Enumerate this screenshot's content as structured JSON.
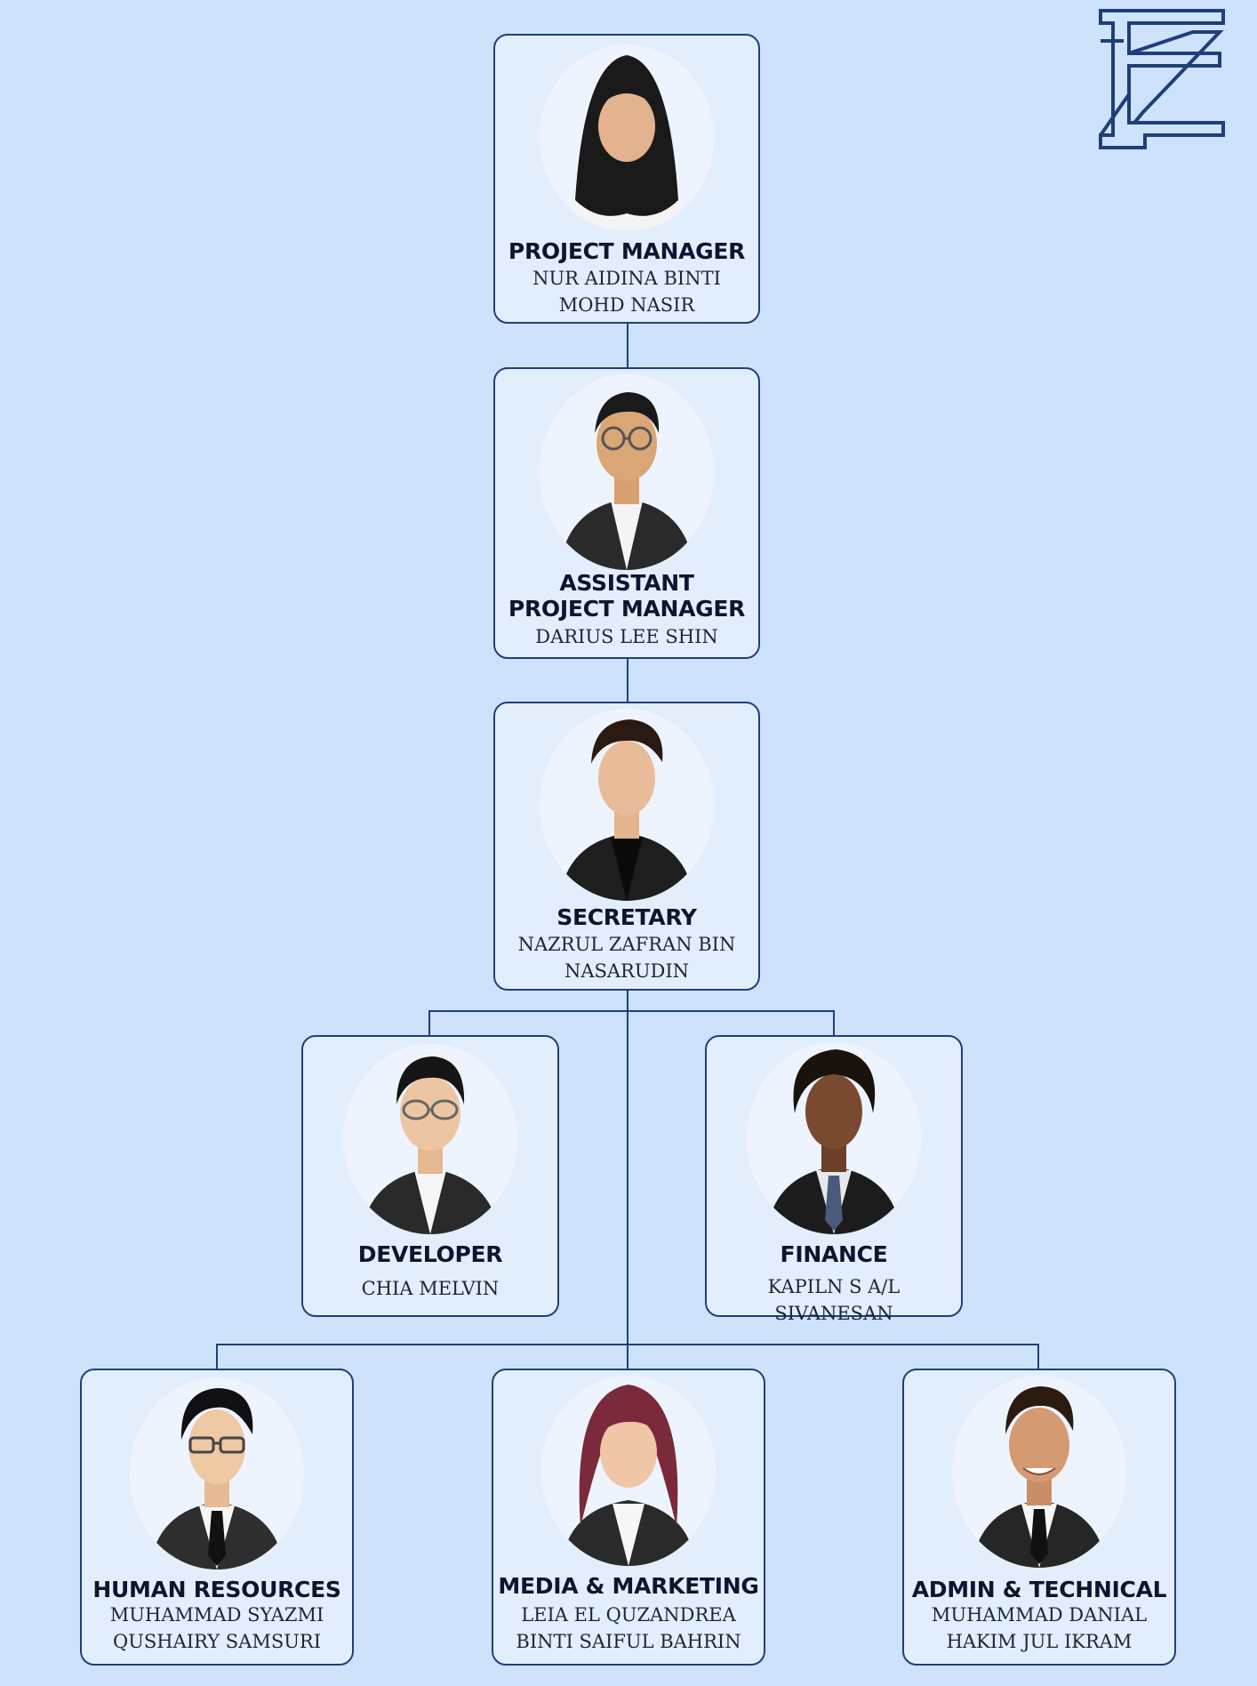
{
  "brand": {
    "accent": "#1f3f7a",
    "background": "#cfe2fc",
    "card_fill": "#e3eefd",
    "logo_icon": "ez-monogram-logo"
  },
  "members": {
    "project_manager": {
      "role": "PROJECT MANAGER",
      "name": "NUR AIDINA BINTI\nMOHD NASIR",
      "photo": "portrait-hijab"
    },
    "assistant_pm": {
      "role": "ASSISTANT\nPROJECT MANAGER",
      "name": "DARIUS LEE SHIN",
      "photo": "portrait-glasses-suit"
    },
    "secretary": {
      "role": "SECRETARY",
      "name": "NAZRUL ZAFRAN BIN\nNASARUDIN",
      "photo": "portrait-suit"
    },
    "developer": {
      "role": "DEVELOPER",
      "name": "CHIA MELVIN",
      "photo": "portrait-glasses-suit"
    },
    "finance": {
      "role": "FINANCE",
      "name": "KAPILN S A/L SIVANESAN",
      "photo": "portrait-suit-tie"
    },
    "human_resources": {
      "role": "HUMAN RESOURCES",
      "name": "MUHAMMAD SYAZMI\nQUSHAIRY SAMSURI",
      "photo": "portrait-glasses-suit-tie"
    },
    "media_marketing": {
      "role": "MEDIA & MARKETING",
      "name": "LEIA EL QUZANDREA\nBINTI SAIFUL BAHRIN",
      "photo": "portrait-long-hair"
    },
    "admin_technical": {
      "role": "ADMIN & TECHNICAL",
      "name": "MUHAMMAD DANIAL\nHAKIM JUL IKRAM",
      "photo": "portrait-suit-tie"
    }
  }
}
